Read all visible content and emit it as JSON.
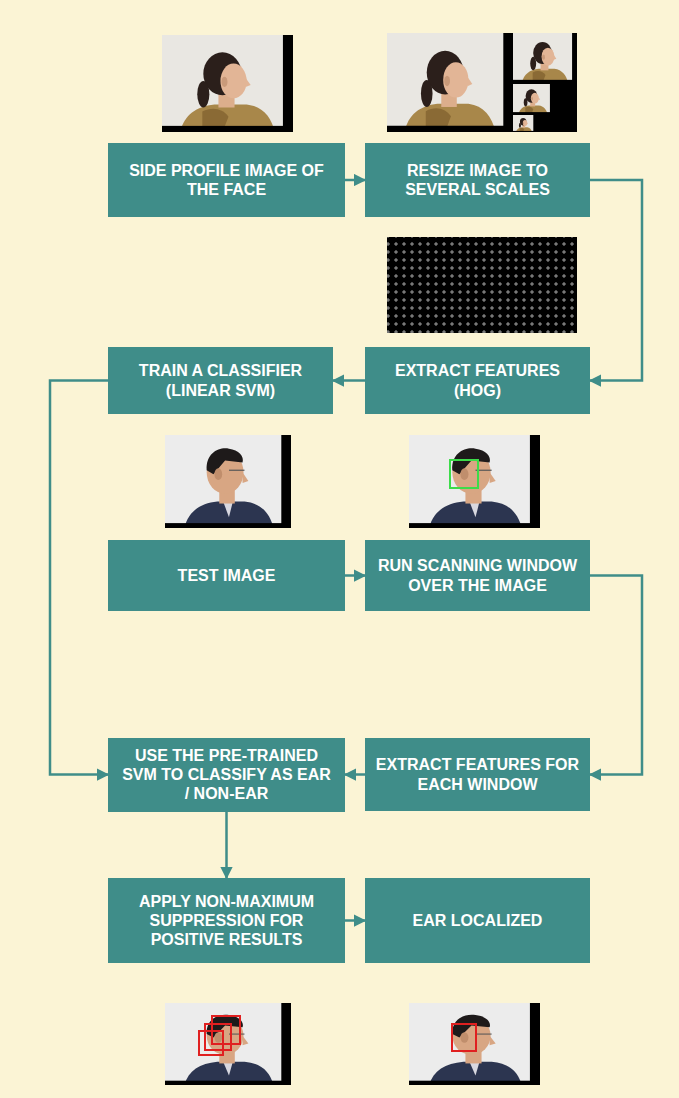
{
  "diagram": {
    "nodes": [
      {
        "text": [
          "SIDE PROFILE IMAGE OF THE FACE"
        ]
      },
      {
        "text": [
          "RESIZE IMAGE TO SEVERAL SCALES"
        ]
      },
      {
        "text": [
          "TRAIN A CLASSIFIER (LINEAR SVM)"
        ]
      },
      {
        "text": [
          "EXTRACT FEATURES (HOG)"
        ]
      },
      {
        "text": [
          "TEST IMAGE"
        ]
      },
      {
        "text": [
          "RUN SCANNING WINDOW OVER THE IMAGE"
        ]
      },
      {
        "text": [
          "USE THE PRE-TRAINED SVM TO CLASSIFY AS EAR / NON-EAR"
        ]
      },
      {
        "text": [
          "EXTRACT FEATURES FOR EACH WINDOW"
        ]
      },
      {
        "text": [
          "APPLY NON-MAXIMUM SUPPRESSION FOR POSITIVE RESULTS"
        ]
      },
      {
        "text": [
          "EAR LOCALIZED"
        ]
      }
    ],
    "edges": [
      {
        "from": 0,
        "to": 1,
        "arrow": "to"
      },
      {
        "from": 1,
        "to": 3,
        "arrow": "to"
      },
      {
        "from": 3,
        "to": 2,
        "arrow": "to"
      },
      {
        "from": 2,
        "to": 6,
        "arrow": "to"
      },
      {
        "from": 4,
        "to": 5,
        "arrow": "to"
      },
      {
        "from": 5,
        "to": 7,
        "arrow": "to"
      },
      {
        "from": 7,
        "to": 6,
        "arrow": "to"
      },
      {
        "from": 6,
        "to": 8,
        "arrow": "to"
      },
      {
        "from": 8,
        "to": 9,
        "arrow": "to"
      }
    ]
  }
}
